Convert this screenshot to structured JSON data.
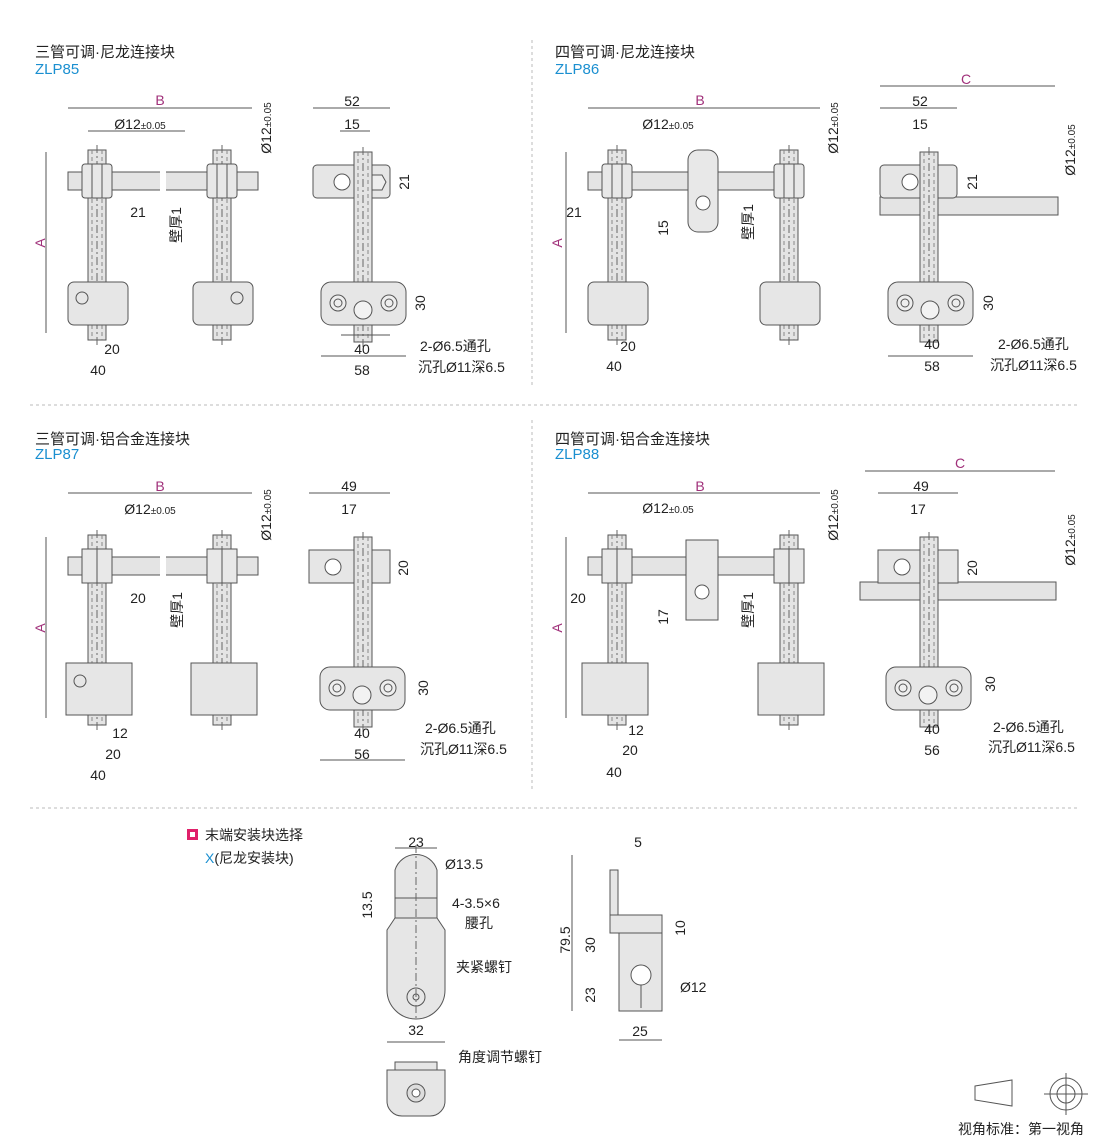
{
  "panels": [
    {
      "title": "三管可调·尼龙连接块",
      "code": "ZLP85",
      "B": "B",
      "A": "A",
      "dia": "Ø12",
      "tol": "±0.05",
      "d21": "21",
      "wall": "壁厚1",
      "d20": "20",
      "d40": "40",
      "s52": "52",
      "s15": "15",
      "s21": "21",
      "s30": "30",
      "s40": "40",
      "s58": "58",
      "hole1": "2-Ø6.5通孔",
      "hole2": "沉孔Ø11深6.5"
    },
    {
      "title": "四管可调·尼龙连接块",
      "code": "ZLP86",
      "C": "C",
      "B": "B",
      "A": "A",
      "dia": "Ø12",
      "tol": "±0.05",
      "d21": "21",
      "d15": "15",
      "wall": "壁厚1",
      "d20": "20",
      "d40": "40",
      "s52": "52",
      "s15": "15",
      "s21": "21",
      "s30": "30",
      "s40": "40",
      "s58": "58",
      "hole1": "2-Ø6.5通孔",
      "hole2": "沉孔Ø11深6.5"
    },
    {
      "title": "三管可调·铝合金连接块",
      "code": "ZLP87",
      "B": "B",
      "A": "A",
      "dia": "Ø12",
      "tol": "±0.05",
      "d20h": "20",
      "wall": "壁厚1",
      "d12": "12",
      "d20": "20",
      "d40": "40",
      "s49": "49",
      "s17": "17",
      "s20": "20",
      "s30": "30",
      "s40": "40",
      "s56": "56",
      "hole1": "2-Ø6.5通孔",
      "hole2": "沉孔Ø11深6.5"
    },
    {
      "title": "四管可调·铝合金连接块",
      "code": "ZLP88",
      "C": "C",
      "B": "B",
      "A": "A",
      "dia": "Ø12",
      "tol": "±0.05",
      "d20h": "20",
      "d17": "17",
      "wall": "壁厚1",
      "d12": "12",
      "d20": "20",
      "d40": "40",
      "s49": "49",
      "s17": "17",
      "s20": "20",
      "s30": "30",
      "s40": "40",
      "s56": "56",
      "hole1": "2-Ø6.5通孔",
      "hole2": "沉孔Ø11深6.5"
    }
  ],
  "end_block": {
    "heading": "末端安装块选择",
    "option_code": "X",
    "option_label": "(尼龙安装块)",
    "dims": {
      "w23": "23",
      "dia13_5": "Ø13.5",
      "h13_5": "13.5",
      "slot": "4-3.5×6",
      "slot_name": "腰孔",
      "clamp_screw": "夹紧螺钉",
      "w32": "32",
      "angle_screw": "角度调节螺钉",
      "t5": "5",
      "h79_5": "79.5",
      "h10": "10",
      "h30": "30",
      "h23": "23",
      "dia12": "Ø12",
      "w25": "25"
    }
  },
  "legend": {
    "label": "视角标准：第一视角"
  },
  "colors": {
    "accent_blue": "#1a8fd0",
    "dim_magenta": "#a0307a",
    "marker": "#e0206a"
  }
}
